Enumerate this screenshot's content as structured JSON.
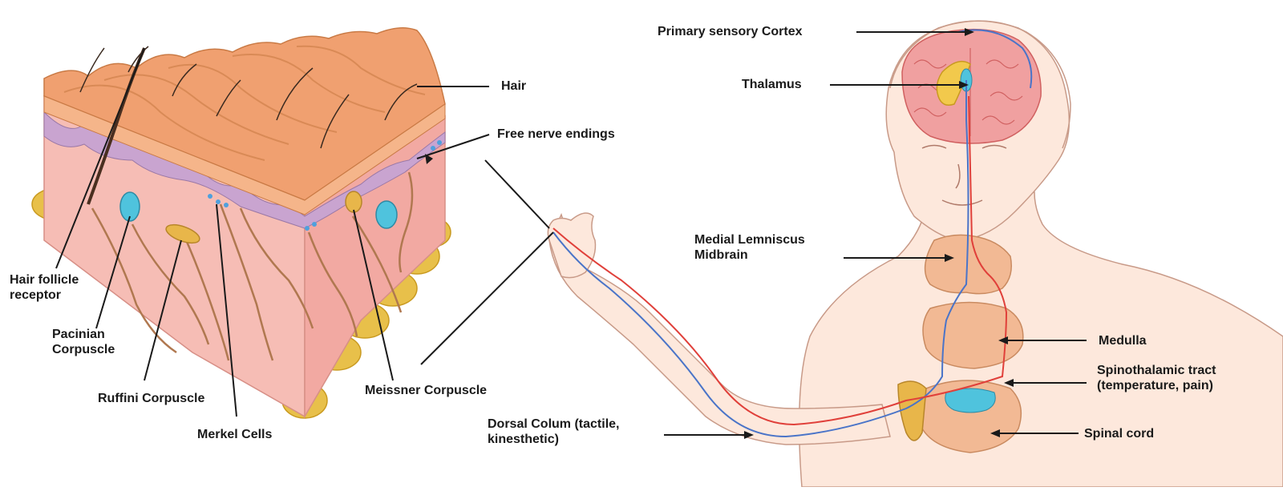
{
  "labels": {
    "hair": "Hair",
    "free_nerve_endings": "Free nerve endings",
    "hair_follicle_receptor": [
      "Hair follicle",
      "receptor"
    ],
    "pacinian_corpuscle": [
      "Pacinian",
      "Corpuscle"
    ],
    "ruffini_corpuscle": "Ruffini Corpuscle",
    "merkel_cells": "Merkel Cells",
    "meissner_corpuscle": "Meissner Corpuscle",
    "primary_sensory_cortex": "Primary sensory Cortex",
    "thalamus": "Thalamus",
    "medial_lemniscus_midbrain": [
      "Medial Lemniscus",
      "Midbrain"
    ],
    "medulla": "Medulla",
    "spinothalamic_tract": [
      "Spinothalamic tract",
      "(temperature, pain)"
    ],
    "spinal_cord": "Spinal cord",
    "dorsal_column": [
      "Dorsal Colum (tactile,",
      "kinesthetic)"
    ]
  },
  "colors": {
    "epidermis": "#f0a070",
    "dermis": "#f5b7b0",
    "basement": "#c9a4d0",
    "fat": "#e8c04a",
    "nerve": "#b07850",
    "receptor_blue": "#4fc3dd",
    "ascending_red": "#e0403a",
    "ascending_blue": "#4a74c8",
    "body_outline": "#c89a88",
    "body_fill": "#fde8dc",
    "cord": "#f2b994",
    "brain": "#f0a0a0"
  }
}
